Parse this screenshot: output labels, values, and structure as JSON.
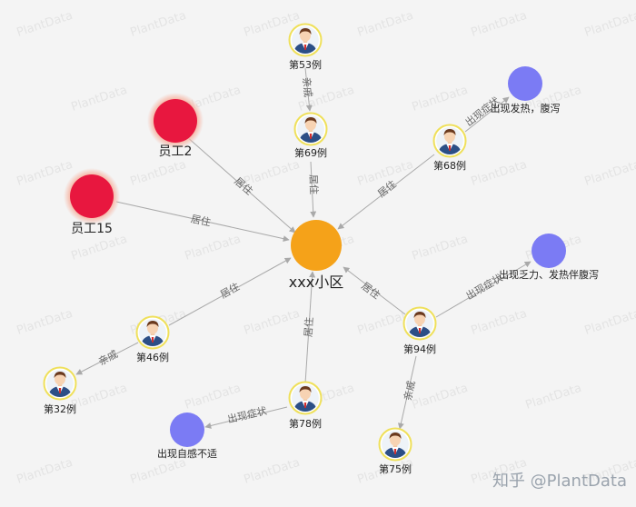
{
  "watermark": "PlantData",
  "credit": "知乎 @PlantData",
  "nodes": {
    "hub": {
      "label": "xxx小区"
    },
    "emp2": {
      "label": "员工2"
    },
    "emp15": {
      "label": "员工15"
    },
    "p53": {
      "label": "第53例"
    },
    "p69": {
      "label": "第69例"
    },
    "p68": {
      "label": "第68例"
    },
    "p46": {
      "label": "第46例"
    },
    "p32": {
      "label": "第32例"
    },
    "p94": {
      "label": "第94例"
    },
    "p78": {
      "label": "第78例"
    },
    "p75": {
      "label": "第75例"
    },
    "sym1": {
      "label": "出现发热，腹泻"
    },
    "sym2": {
      "label": "出现乏力、发热伴腹泻"
    },
    "sym3": {
      "label": "出现自感不适"
    }
  },
  "edges": {
    "e1": {
      "label": "居住"
    },
    "e2": {
      "label": "居住"
    },
    "e3": {
      "label": "亲戚"
    },
    "e4": {
      "label": "居住"
    },
    "e5": {
      "label": "居住"
    },
    "e6": {
      "label": "出现症状"
    },
    "e7": {
      "label": "居住"
    },
    "e8": {
      "label": "亲戚"
    },
    "e9": {
      "label": "居住"
    },
    "e10": {
      "label": "出现症状"
    },
    "e11": {
      "label": "亲戚"
    },
    "e12": {
      "label": "居住"
    },
    "e13": {
      "label": "出现症状"
    }
  },
  "colors": {
    "hub": "#f5a219",
    "employee": "#e8173f",
    "employee_glow": "#f6b7a6",
    "symptom": "#7b7bf4",
    "person_ring": "#efe05a",
    "edge": "#a9a9a9",
    "background": "#f4f4f4"
  }
}
